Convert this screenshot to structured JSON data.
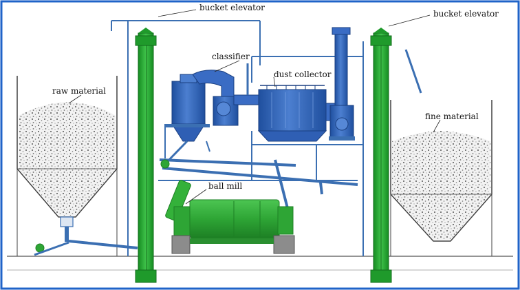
{
  "labels": {
    "bucket_elevator_left": "bucket elevator",
    "bucket_elevator_right": "bucket elevator",
    "classifier": "classifier",
    "dust_collector": "dust collector",
    "raw_material": "raw material",
    "fine_material": "fine material",
    "ball_mill": "ball mill"
  },
  "colors": {
    "frame_border": "#1f63c8",
    "pipe_blue": "#3b6fb2",
    "equipment_blue": "#2f5fb4",
    "elevator_green": "#1f9a2b",
    "mill_green": "#34b13a",
    "silo_outline": "#404040",
    "powder": "#6b6b6b"
  }
}
